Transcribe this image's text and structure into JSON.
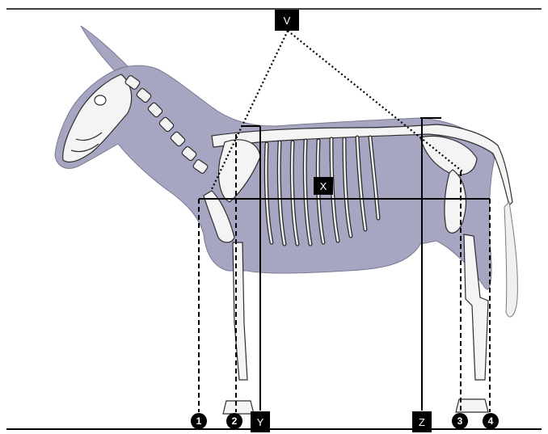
{
  "diagram": {
    "labels": {
      "v": "V",
      "x": "X",
      "y": "Y",
      "z": "Z",
      "p1": "1",
      "p2": "2",
      "p3": "3",
      "p4": "4"
    }
  }
}
